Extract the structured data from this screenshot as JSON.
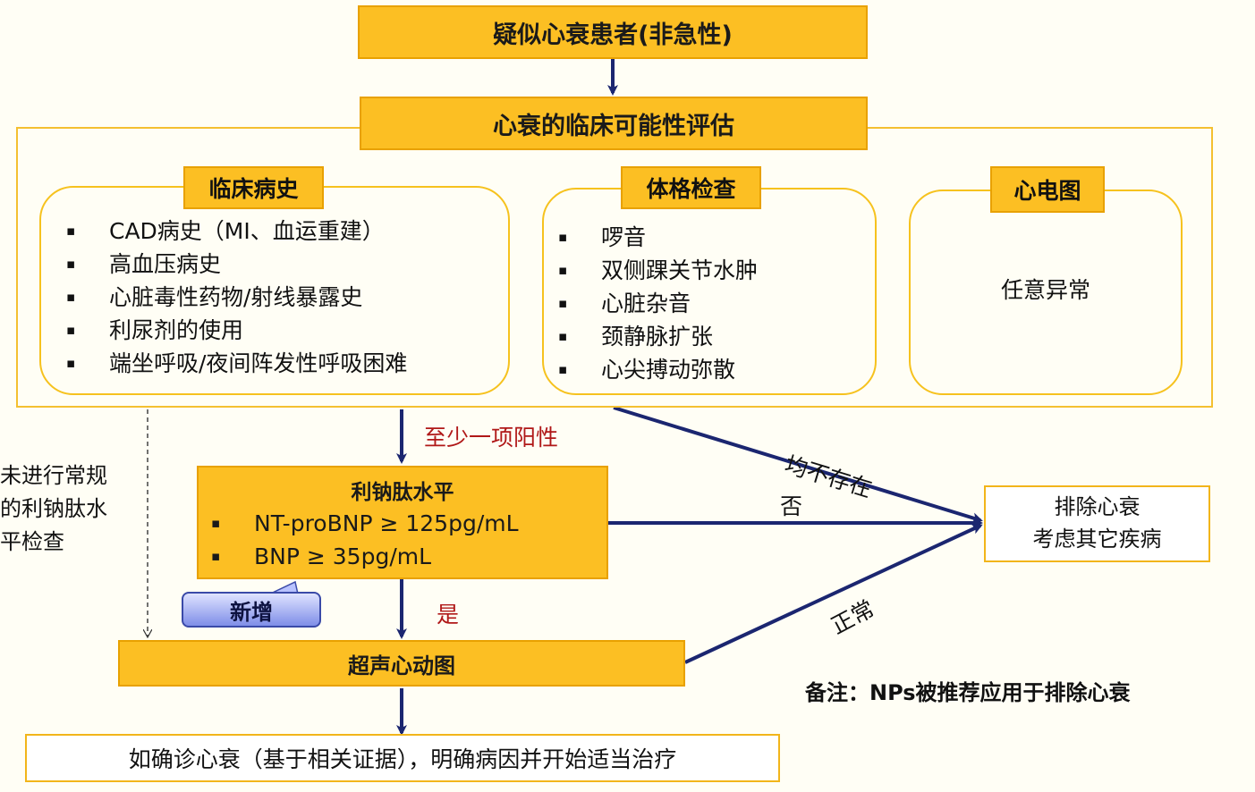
{
  "top_box": "疑似心衰患者(非急性)",
  "assessment_title": "心衰的临床可能性评估",
  "history": {
    "tag": "临床病史",
    "items": [
      "CAD病史（MI、血运重建）",
      "高血压病史",
      "心脏毒性药物/射线暴露史",
      "利尿剂的使用",
      "端坐呼吸/夜间阵发性呼吸困难"
    ]
  },
  "exam": {
    "tag": "体格检查",
    "items": [
      "啰音",
      "双侧踝关节水肿",
      "心脏杂音",
      "颈静脉扩张",
      "心尖搏动弥散"
    ]
  },
  "ecg": {
    "tag": "心电图",
    "text": "任意异常"
  },
  "edge_labels": {
    "at_least_one": "至少一项阳性",
    "none_present": "均不存在",
    "no": "否",
    "yes": "是",
    "normal": "正常"
  },
  "side_note": [
    "未进行常规",
    "的利钠肽水",
    "平检查"
  ],
  "np_box": {
    "title": "利钠肽水平",
    "items": [
      "NT-proBNP ≥ 125pg/mL",
      "BNP ≥ 35pg/mL"
    ]
  },
  "new_badge": "新增",
  "echo_box": "超声心动图",
  "exclude_box": [
    "排除心衰",
    "考虑其它疾病"
  ],
  "remark": "备注：NPs被推荐应用于排除心衰",
  "final_box": "如确诊心衰（基于相关证据），明确病因并开始适当治疗",
  "colors": {
    "orange": "#fcbf23",
    "arrow": "#1b2670",
    "red_text": "#b01818",
    "badge": "#6d7de0"
  }
}
